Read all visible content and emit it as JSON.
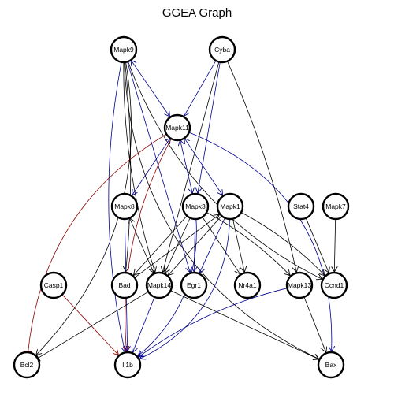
{
  "title": "GGEA Graph",
  "colors": {
    "default_node_border": "#000000",
    "edge_black": "#000000",
    "edge_blue": "#00008b",
    "edge_red": "#8b0000",
    "egr1_border": "#00ff00",
    "il1b_border": "#008000"
  },
  "nodes": [
    {
      "id": "Mapk9",
      "label": "Mapk9"
    },
    {
      "id": "Cyba",
      "label": "Cyba"
    },
    {
      "id": "Mapk11",
      "label": "Mapk11"
    },
    {
      "id": "Mapk8",
      "label": "Mapk8"
    },
    {
      "id": "Mapk3",
      "label": "Mapk3"
    },
    {
      "id": "Mapk1",
      "label": "Mapk1"
    },
    {
      "id": "Stat4",
      "label": "Stat4"
    },
    {
      "id": "Mapk7",
      "label": "Mapk7"
    },
    {
      "id": "Casp1",
      "label": "Casp1"
    },
    {
      "id": "Bad",
      "label": "Bad"
    },
    {
      "id": "Mapk14",
      "label": "Mapk14"
    },
    {
      "id": "Egr1",
      "label": "Egr1",
      "color": "#00ff00"
    },
    {
      "id": "Nr4a1",
      "label": "Nr4a1"
    },
    {
      "id": "Mapk13",
      "label": "Mapk13"
    },
    {
      "id": "Ccnd1",
      "label": "Ccnd1"
    },
    {
      "id": "Bcl2",
      "label": "Bcl2"
    },
    {
      "id": "Il1b",
      "label": "Il1b",
      "color": "#008000"
    },
    {
      "id": "Bax",
      "label": "Bax"
    }
  ],
  "edges": [
    {
      "from": "Mapk9",
      "to": "Mapk11",
      "color": "blue",
      "dir": "both"
    },
    {
      "from": "Mapk9",
      "to": "Egr1",
      "color": "blue",
      "dir": "forward"
    },
    {
      "from": "Mapk9",
      "to": "Il1b",
      "color": "blue",
      "dir": "forward"
    },
    {
      "from": "Mapk9",
      "to": "Bcl2",
      "color": "black",
      "dir": "forward"
    },
    {
      "from": "Mapk9",
      "to": "Bad",
      "color": "black",
      "dir": "forward"
    },
    {
      "from": "Mapk9",
      "to": "Mapk14",
      "color": "black",
      "dir": "forward"
    },
    {
      "from": "Mapk9",
      "to": "Bax",
      "color": "black",
      "dir": "forward"
    },
    {
      "from": "Mapk9",
      "to": "Ccnd1",
      "color": "black",
      "dir": "forward"
    },
    {
      "from": "Cyba",
      "to": "Mapk11",
      "color": "blue",
      "dir": "forward"
    },
    {
      "from": "Cyba",
      "to": "Mapk3",
      "color": "blue",
      "dir": "forward"
    },
    {
      "from": "Cyba",
      "to": "Mapk14",
      "color": "black",
      "dir": "forward"
    },
    {
      "from": "Cyba",
      "to": "Mapk13",
      "color": "black",
      "dir": "forward"
    },
    {
      "from": "Mapk11",
      "to": "Mapk8",
      "color": "blue",
      "dir": "both"
    },
    {
      "from": "Mapk11",
      "to": "Mapk3",
      "color": "blue",
      "dir": "both"
    },
    {
      "from": "Mapk11",
      "to": "Mapk1",
      "color": "blue",
      "dir": "both"
    },
    {
      "from": "Mapk11",
      "to": "Bcl2",
      "color": "red",
      "dir": "inhibit"
    },
    {
      "from": "Mapk11",
      "to": "Il1b",
      "color": "red",
      "dir": "forward"
    },
    {
      "from": "Mapk11",
      "to": "Bax",
      "color": "blue",
      "dir": "forward"
    },
    {
      "from": "Mapk8",
      "to": "Mapk14",
      "color": "black",
      "dir": "both"
    },
    {
      "from": "Mapk8",
      "to": "Il1b",
      "color": "blue",
      "dir": "forward"
    },
    {
      "from": "Mapk3",
      "to": "Mapk14",
      "color": "black",
      "dir": "forward"
    },
    {
      "from": "Mapk3",
      "to": "Egr1",
      "color": "blue",
      "dir": "forward"
    },
    {
      "from": "Mapk3",
      "to": "Nr4a1",
      "color": "black",
      "dir": "forward"
    },
    {
      "from": "Mapk3",
      "to": "Mapk13",
      "color": "black",
      "dir": "forward"
    },
    {
      "from": "Mapk3",
      "to": "Il1b",
      "color": "blue",
      "dir": "forward"
    },
    {
      "from": "Mapk3",
      "to": "Bad",
      "color": "black",
      "dir": "forward"
    },
    {
      "from": "Mapk1",
      "to": "Mapk14",
      "color": "black",
      "dir": "forward"
    },
    {
      "from": "Mapk1",
      "to": "Egr1",
      "color": "blue",
      "dir": "forward"
    },
    {
      "from": "Mapk1",
      "to": "Nr4a1",
      "color": "black",
      "dir": "forward"
    },
    {
      "from": "Mapk1",
      "to": "Ccnd1",
      "color": "black",
      "dir": "forward"
    },
    {
      "from": "Mapk1",
      "to": "Il1b",
      "color": "blue",
      "dir": "forward"
    },
    {
      "from": "Bad",
      "to": "Mapk1",
      "color": "black",
      "dir": "forward"
    },
    {
      "from": "Stat4",
      "to": "Ccnd1",
      "color": "black",
      "dir": "forward"
    },
    {
      "from": "Mapk7",
      "to": "Ccnd1",
      "color": "black",
      "dir": "forward"
    },
    {
      "from": "Casp1",
      "to": "Il1b",
      "color": "red",
      "dir": "forward"
    },
    {
      "from": "Mapk14",
      "to": "Bcl2",
      "color": "black",
      "dir": "inhibit"
    },
    {
      "from": "Mapk14",
      "to": "Il1b",
      "color": "blue",
      "dir": "forward"
    },
    {
      "from": "Mapk14",
      "to": "Bax",
      "color": "black",
      "dir": "forward"
    },
    {
      "from": "Mapk13",
      "to": "Il1b",
      "color": "blue",
      "dir": "forward"
    },
    {
      "from": "Mapk13",
      "to": "Bax",
      "color": "black",
      "dir": "forward"
    }
  ]
}
